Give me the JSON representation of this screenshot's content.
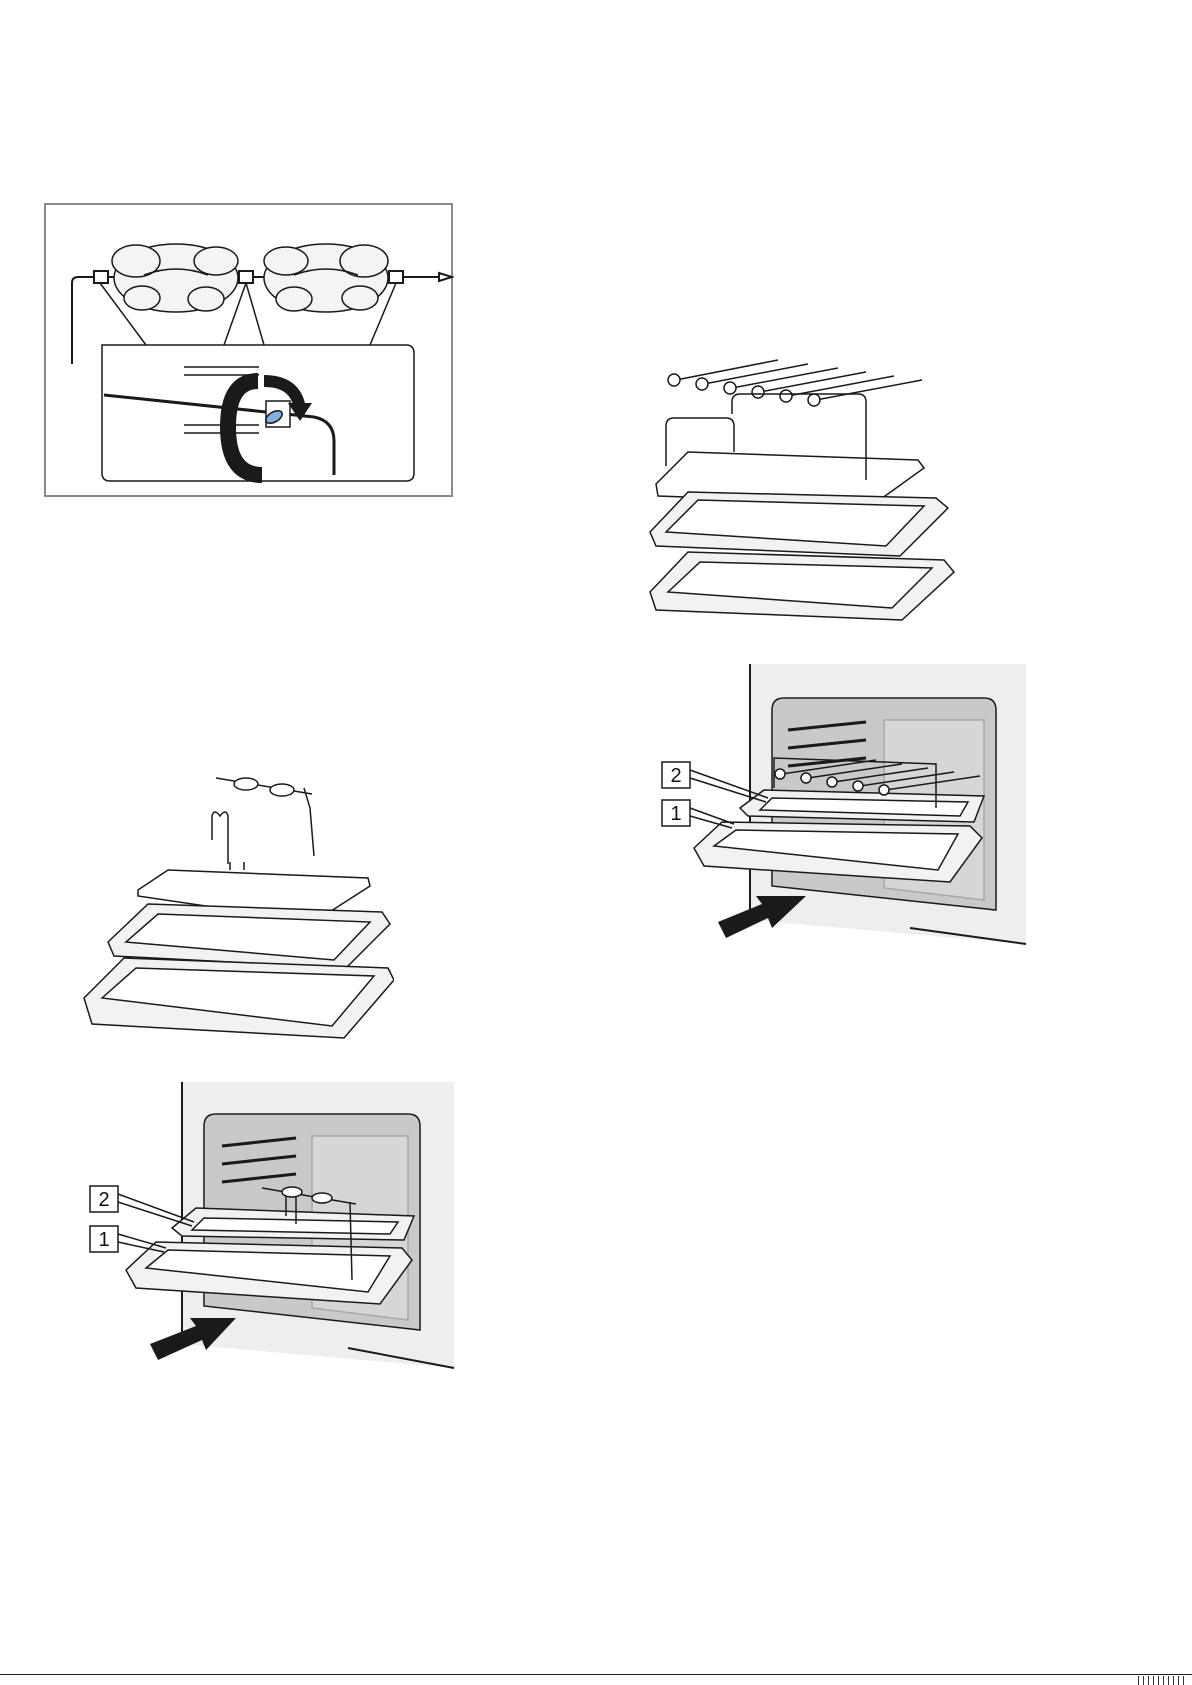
{
  "figure_rotisserie_chickens": {
    "icons": [
      "chicken-icon",
      "rotate-arrow-icon",
      "spit-fork-icon"
    ]
  },
  "figure_kebab_assembly": {
    "icons": [
      "skewer-icon",
      "wire-rack-icon",
      "tray-icon"
    ]
  },
  "figure_kebab_oven": {
    "callout_2": "2",
    "callout_1": "1",
    "icons": [
      "oven-cavity",
      "insert-arrow-icon"
    ]
  },
  "figure_spit_assembly": {
    "icons": [
      "spit-icon",
      "wire-rack-icon",
      "tray-icon"
    ]
  },
  "figure_spit_oven": {
    "callout_2": "2",
    "callout_1": "1",
    "icons": [
      "oven-cavity",
      "insert-arrow-icon"
    ]
  },
  "colors": {
    "line": "#1a1a1a",
    "oven_wall": "#eeeeee",
    "oven_cavity": "#c9c9c9",
    "tray": "#f2f2f2",
    "accent_blue": "#7fb2e0"
  }
}
